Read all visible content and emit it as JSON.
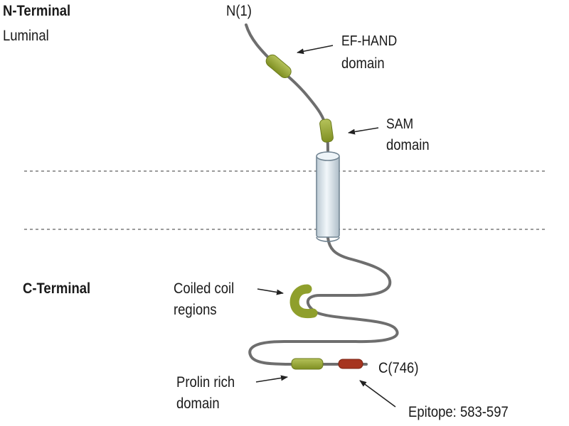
{
  "terminals": {
    "n_title": "N-Terminal",
    "n_subtitle": "Luminal",
    "c_title": "C-Terminal"
  },
  "ends": {
    "n_end": "N(1)",
    "c_end": "C(746)"
  },
  "annotations": {
    "ef_hand_line1": "EF-HAND",
    "ef_hand_line2": "domain",
    "sam_line1": "SAM",
    "sam_line2": "domain",
    "coiled_line1": "Coiled coil",
    "coiled_line2": "regions",
    "prolin_line1": "Prolin rich",
    "prolin_line2": "domain",
    "epitope": "Epitope: 583-597"
  },
  "colors": {
    "chain": "#6e6e6e",
    "domain_olive": "#8a9a2b",
    "domain_olive_light": "#aab84a",
    "epitope_red": "#a6341f",
    "membrane_line": "#777777",
    "tm_helix": "#dde8ee"
  }
}
